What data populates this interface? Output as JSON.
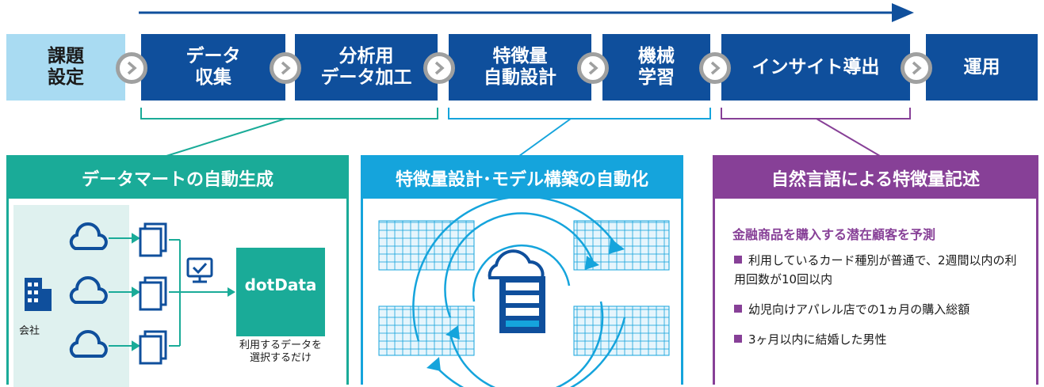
{
  "pipeline": {
    "steps": [
      {
        "label": "課題\n設定"
      },
      {
        "label": "データ\n収集"
      },
      {
        "label": "分析用\nデータ加工"
      },
      {
        "label": "特徴量\n自動設計"
      },
      {
        "label": "機械\n学習"
      },
      {
        "label": "インサイト導出"
      },
      {
        "label": "運用"
      }
    ]
  },
  "panel_datamart": {
    "title": "データマートの自動生成",
    "company_label": "会社",
    "brand": "dotData",
    "caption": "利用するデータを\n選択するだけ"
  },
  "panel_feature": {
    "title": "特徴量設計･モデル構築の自動化"
  },
  "panel_nlp": {
    "title": "自然言語による特徴量記述",
    "subtitle": "金融商品を購入する潜在顧客を予測",
    "bullets": [
      "利用しているカード種別が普通で、2週間以内の利用回数が10回以内",
      "幼児向けアパレル店での1ヵ月の購入総額",
      "3ヶ月以内に結婚した男性"
    ]
  },
  "colors": {
    "step_blue": "#0f4f9c",
    "step_light": "#a9dbf2",
    "teal": "#1aab98",
    "cyan": "#15a4dc",
    "purple": "#874097"
  }
}
